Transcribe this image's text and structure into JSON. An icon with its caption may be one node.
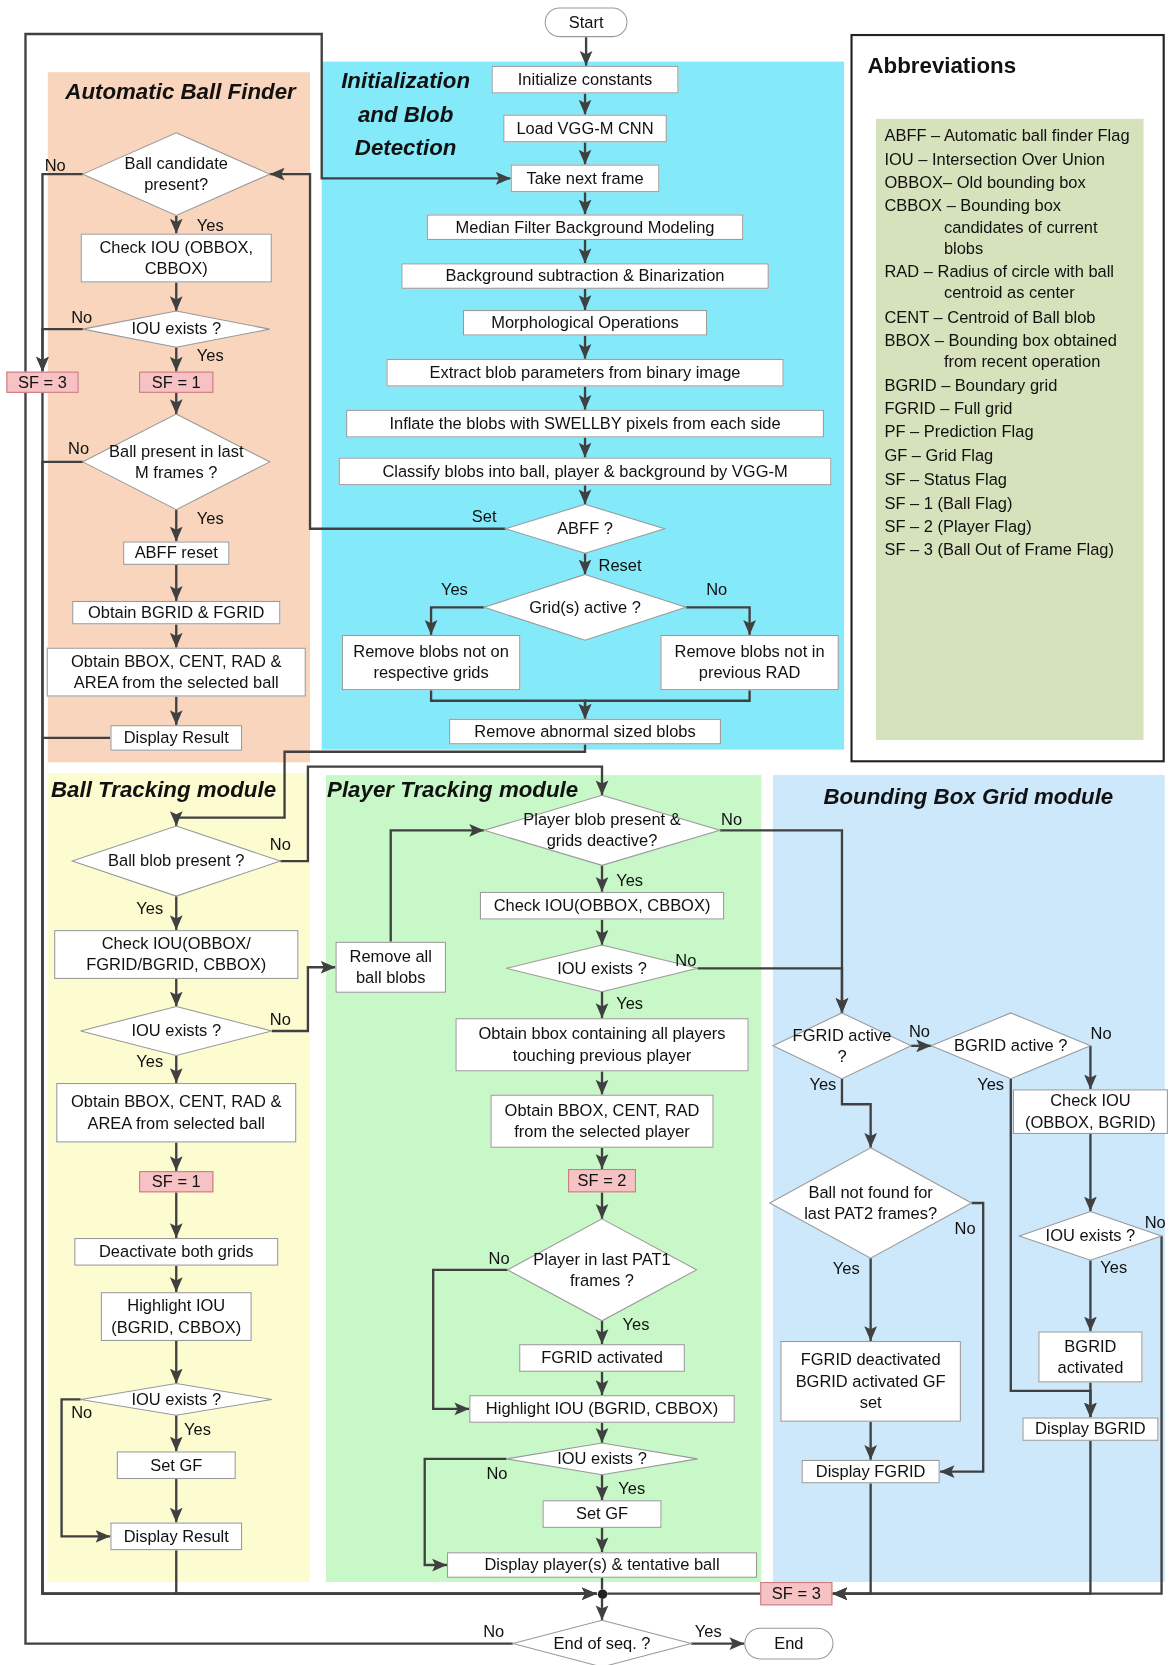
{
  "diagram": {
    "nodes": [
      {
        "text": [
          "Start"
        ]
      },
      {
        "text": [
          "Automatic Ball Finder"
        ]
      },
      {
        "text": [
          "Ball candidate present?"
        ],
        "in": 1
      },
      {
        "text": [
          "Check IOU (OBBOX, CBBOX)"
        ],
        "in": 1
      },
      {
        "text": [
          "IOU exists ?"
        ],
        "in": 1
      },
      {
        "text": [
          "SF = 3"
        ]
      },
      {
        "text": [
          "SF = 1"
        ],
        "in": 1
      },
      {
        "text": [
          "Ball present in last M frames ?"
        ],
        "in": 1
      },
      {
        "text": [
          "ABFF reset"
        ],
        "in": 1
      },
      {
        "text": [
          "Obtain BGRID & FGRID"
        ],
        "in": 1
      },
      {
        "text": [
          "Obtain BBOX, CENT, RAD & AREA from the selected ball"
        ],
        "in": 1
      },
      {
        "text": [
          "Display Result"
        ],
        "in": 1
      },
      {
        "text": [
          "Initialization and Blob Detection"
        ]
      },
      {
        "text": [
          "Initialize constants"
        ],
        "in": 12
      },
      {
        "text": [
          "Load VGG-M CNN"
        ],
        "in": 12
      },
      {
        "text": [
          "Take next frame"
        ],
        "in": 12
      },
      {
        "text": [
          "Median Filter Background Modeling"
        ],
        "in": 12
      },
      {
        "text": [
          "Background subtraction & Binarization"
        ],
        "in": 12
      },
      {
        "text": [
          "Morphological Operations"
        ],
        "in": 12
      },
      {
        "text": [
          "Extract blob parameters from binary image"
        ],
        "in": 12
      },
      {
        "text": [
          "Inflate the blobs with SWELLBY pixels from each side"
        ],
        "in": 12
      },
      {
        "text": [
          "Classify blobs into ball, player & background by VGG-M"
        ],
        "in": 12
      },
      {
        "text": [
          "ABFF ?"
        ],
        "in": 12
      },
      {
        "text": [
          "Grid(s) active ?"
        ],
        "in": 12
      },
      {
        "text": [
          "Remove blobs not on respective grids"
        ],
        "in": 12
      },
      {
        "text": [
          "Remove blobs not in previous RAD"
        ],
        "in": 12
      },
      {
        "text": [
          "Remove abnormal sized blobs"
        ],
        "in": 12
      },
      {
        "text": [
          "Abbreviations"
        ]
      },
      {
        "text": [
          "ABFF – Automatic ball finder Flag",
          "IOU – Intersection Over Union",
          "OBBOX– Old bounding box",
          "CBBOX – Bounding box candidates of current blobs",
          "RAD – Radius of circle with ball centroid as center",
          "CENT – Centroid of Ball blob",
          "BBOX – Bounding box obtained from recent operation",
          "BGRID – Boundary grid",
          "FGRID – Full grid",
          "PF – Prediction Flag",
          "GF – Grid Flag",
          "SF – Status Flag",
          "SF – 1 (Ball Flag)",
          "SF – 2 (Player Flag)",
          "SF – 3 (Ball Out of Frame Flag)"
        ],
        "in": 27
      },
      {
        "text": [
          "Ball Tracking module"
        ]
      },
      {
        "text": [
          "Ball blob present ?"
        ],
        "in": 29
      },
      {
        "text": [
          "Check IOU(OBBOX/ FGRID/BGRID, CBBOX)"
        ],
        "in": 29
      },
      {
        "text": [
          "IOU exists ?"
        ],
        "in": 29
      },
      {
        "text": [
          "Obtain BBOX, CENT, RAD & AREA from selected ball"
        ],
        "in": 29
      },
      {
        "text": [
          "SF = 1"
        ],
        "in": 29
      },
      {
        "text": [
          "Deactivate both grids"
        ],
        "in": 29
      },
      {
        "text": [
          "Highlight IOU (BGRID, CBBOX)"
        ],
        "in": 29
      },
      {
        "text": [
          "IOU exists ?"
        ],
        "in": 29
      },
      {
        "text": [
          "Set GF"
        ],
        "in": 29
      },
      {
        "text": [
          "Display Result"
        ],
        "in": 29
      },
      {
        "text": [
          "Player Tracking module"
        ]
      },
      {
        "text": [
          "Remove all ball blobs"
        ],
        "in": 40
      },
      {
        "text": [
          "Player blob present & grids deactive?"
        ],
        "in": 40
      },
      {
        "text": [
          "Check IOU(OBBOX, CBBOX)"
        ],
        "in": 40
      },
      {
        "text": [
          "IOU exists ?"
        ],
        "in": 40
      },
      {
        "text": [
          "Obtain bbox containing all players touching previous player"
        ],
        "in": 40
      },
      {
        "text": [
          "Obtain BBOX, CENT, RAD from the selected player"
        ],
        "in": 40
      },
      {
        "text": [
          "SF = 2"
        ],
        "in": 40
      },
      {
        "text": [
          "Player in last PAT1 frames ?"
        ],
        "in": 40
      },
      {
        "text": [
          "FGRID activated"
        ],
        "in": 40
      },
      {
        "text": [
          "Highlight IOU (BGRID, CBBOX)"
        ],
        "in": 40
      },
      {
        "text": [
          "IOU exists ?"
        ],
        "in": 40
      },
      {
        "text": [
          "Set GF"
        ],
        "in": 40
      },
      {
        "text": [
          "Display player(s) & tentative ball"
        ],
        "in": 40
      },
      {
        "text": [
          "Bounding Box Grid module"
        ]
      },
      {
        "text": [
          "FGRID active ?"
        ],
        "in": 54
      },
      {
        "text": [
          "BGRID active ?"
        ],
        "in": 54
      },
      {
        "text": [
          "Check IOU (OBBOX, BGRID)"
        ],
        "in": 54
      },
      {
        "text": [
          "Ball not found for last PAT2 frames?"
        ],
        "in": 54
      },
      {
        "text": [
          "IOU exists ?"
        ],
        "in": 54
      },
      {
        "text": [
          "FGRID deactivated BGRID activated GF set"
        ],
        "in": 54
      },
      {
        "text": [
          "BGRID activated"
        ],
        "in": 54
      },
      {
        "text": [
          "Display BGRID"
        ],
        "in": 54
      },
      {
        "text": [
          "Display FGRID"
        ],
        "in": 54
      },
      {
        "text": [
          "SF = 3"
        ]
      },
      {
        "text": [],
        "shape": "circle"
      },
      {
        "text": [
          "End of seq. ?"
        ]
      },
      {
        "text": [
          "End"
        ]
      }
    ],
    "edges": [
      {
        "from": 0,
        "to": 13,
        "arrow": "to"
      },
      {
        "from": 13,
        "to": 14,
        "arrow": "to"
      },
      {
        "from": 14,
        "to": 15,
        "arrow": "to"
      },
      {
        "from": 15,
        "to": 16,
        "arrow": "to"
      },
      {
        "from": 16,
        "to": 17,
        "arrow": "to"
      },
      {
        "from": 17,
        "to": 18,
        "arrow": "to"
      },
      {
        "from": 18,
        "to": 19,
        "arrow": "to"
      },
      {
        "from": 19,
        "to": 20,
        "arrow": "to"
      },
      {
        "from": 20,
        "to": 21,
        "arrow": "to"
      },
      {
        "from": 21,
        "to": 22,
        "arrow": "to"
      },
      {
        "from": 22,
        "to": 2,
        "label": "Set",
        "arrow": "to"
      },
      {
        "from": 22,
        "to": 23,
        "label": "Reset",
        "arrow": "to"
      },
      {
        "from": 23,
        "to": 24,
        "label": "Yes",
        "arrow": "to"
      },
      {
        "from": 23,
        "to": 25,
        "label": "No",
        "arrow": "to"
      },
      {
        "from": 24,
        "to": 26,
        "arrow": "to"
      },
      {
        "from": 25,
        "to": 26,
        "arrow": "to"
      },
      {
        "from": 2,
        "to": 3,
        "label": "Yes",
        "arrow": "to"
      },
      {
        "from": 2,
        "to": 5,
        "label": "No",
        "arrow": "to"
      },
      {
        "from": 3,
        "to": 4,
        "arrow": "to"
      },
      {
        "from": 4,
        "to": 6,
        "label": "Yes",
        "arrow": "to"
      },
      {
        "from": 4,
        "to": 5,
        "label": "No",
        "arrow": "to"
      },
      {
        "from": 6,
        "to": 7,
        "arrow": "to"
      },
      {
        "from": 7,
        "to": 8,
        "label": "Yes",
        "arrow": "to"
      },
      {
        "from": 7,
        "to": 65,
        "label": "No",
        "arrow": "to"
      },
      {
        "from": 8,
        "to": 9,
        "arrow": "to"
      },
      {
        "from": 9,
        "to": 10,
        "arrow": "to"
      },
      {
        "from": 10,
        "to": 11,
        "arrow": "to"
      },
      {
        "from": 11,
        "to": 65,
        "arrow": "to"
      },
      {
        "from": 5,
        "to": 65,
        "arrow": "none"
      },
      {
        "from": 26,
        "to": 30,
        "arrow": "to"
      },
      {
        "from": 30,
        "to": 31,
        "label": "Yes",
        "arrow": "to"
      },
      {
        "from": 30,
        "to": 42,
        "label": "No",
        "arrow": "to"
      },
      {
        "from": 31,
        "to": 32,
        "arrow": "to"
      },
      {
        "from": 32,
        "to": 33,
        "label": "Yes",
        "arrow": "to"
      },
      {
        "from": 32,
        "to": 41,
        "label": "No",
        "arrow": "to"
      },
      {
        "from": 41,
        "to": 42,
        "arrow": "to"
      },
      {
        "from": 33,
        "to": 34,
        "arrow": "to"
      },
      {
        "from": 34,
        "to": 35,
        "arrow": "to"
      },
      {
        "from": 35,
        "to": 36,
        "arrow": "to"
      },
      {
        "from": 36,
        "to": 37,
        "arrow": "to"
      },
      {
        "from": 37,
        "to": 38,
        "label": "Yes",
        "arrow": "to"
      },
      {
        "from": 37,
        "to": 39,
        "label": "No",
        "arrow": "to"
      },
      {
        "from": 38,
        "to": 39,
        "arrow": "to"
      },
      {
        "from": 39,
        "to": 65,
        "arrow": "none"
      },
      {
        "from": 42,
        "to": 43,
        "label": "Yes",
        "arrow": "to"
      },
      {
        "from": 42,
        "to": 55,
        "label": "No",
        "arrow": "to"
      },
      {
        "from": 43,
        "to": 44,
        "arrow": "to"
      },
      {
        "from": 44,
        "to": 45,
        "label": "Yes",
        "arrow": "to"
      },
      {
        "from": 44,
        "to": 55,
        "label": "No",
        "arrow": "to"
      },
      {
        "from": 45,
        "to": 46,
        "arrow": "to"
      },
      {
        "from": 46,
        "to": 47,
        "arrow": "to"
      },
      {
        "from": 47,
        "to": 48,
        "arrow": "to"
      },
      {
        "from": 48,
        "to": 49,
        "label": "Yes",
        "arrow": "to"
      },
      {
        "from": 48,
        "to": 50,
        "label": "No",
        "arrow": "to"
      },
      {
        "from": 49,
        "to": 50,
        "arrow": "to"
      },
      {
        "from": 50,
        "to": 51,
        "arrow": "to"
      },
      {
        "from": 51,
        "to": 52,
        "label": "Yes",
        "arrow": "to"
      },
      {
        "from": 51,
        "to": 53,
        "label": "No",
        "arrow": "to"
      },
      {
        "from": 52,
        "to": 53,
        "arrow": "to"
      },
      {
        "from": 53,
        "to": 65,
        "arrow": "none"
      },
      {
        "from": 55,
        "to": 58,
        "label": "Yes",
        "arrow": "to"
      },
      {
        "from": 55,
        "to": 56,
        "label": "No",
        "arrow": "to"
      },
      {
        "from": 56,
        "to": 62,
        "label": "Yes",
        "arrow": "to"
      },
      {
        "from": 56,
        "to": 57,
        "label": "No",
        "arrow": "to"
      },
      {
        "from": 57,
        "to": 59,
        "arrow": "to"
      },
      {
        "from": 59,
        "to": 61,
        "label": "Yes",
        "arrow": "to"
      },
      {
        "from": 59,
        "to": 64,
        "label": "No",
        "arrow": "to"
      },
      {
        "from": 61,
        "to": 62,
        "arrow": "to"
      },
      {
        "from": 58,
        "to": 60,
        "label": "Yes",
        "arrow": "to"
      },
      {
        "from": 58,
        "to": 63,
        "label": "No",
        "arrow": "to"
      },
      {
        "from": 60,
        "to": 63,
        "arrow": "to"
      },
      {
        "from": 63,
        "to": 64,
        "arrow": "to"
      },
      {
        "from": 62,
        "to": 64,
        "arrow": "to"
      },
      {
        "from": 64,
        "to": 65,
        "arrow": "none"
      },
      {
        "from": 65,
        "to": 66,
        "arrow": "to"
      },
      {
        "from": 66,
        "to": 67,
        "label": "Yes",
        "arrow": "to"
      },
      {
        "from": 66,
        "to": 15,
        "label": "No",
        "arrow": "to"
      }
    ]
  }
}
